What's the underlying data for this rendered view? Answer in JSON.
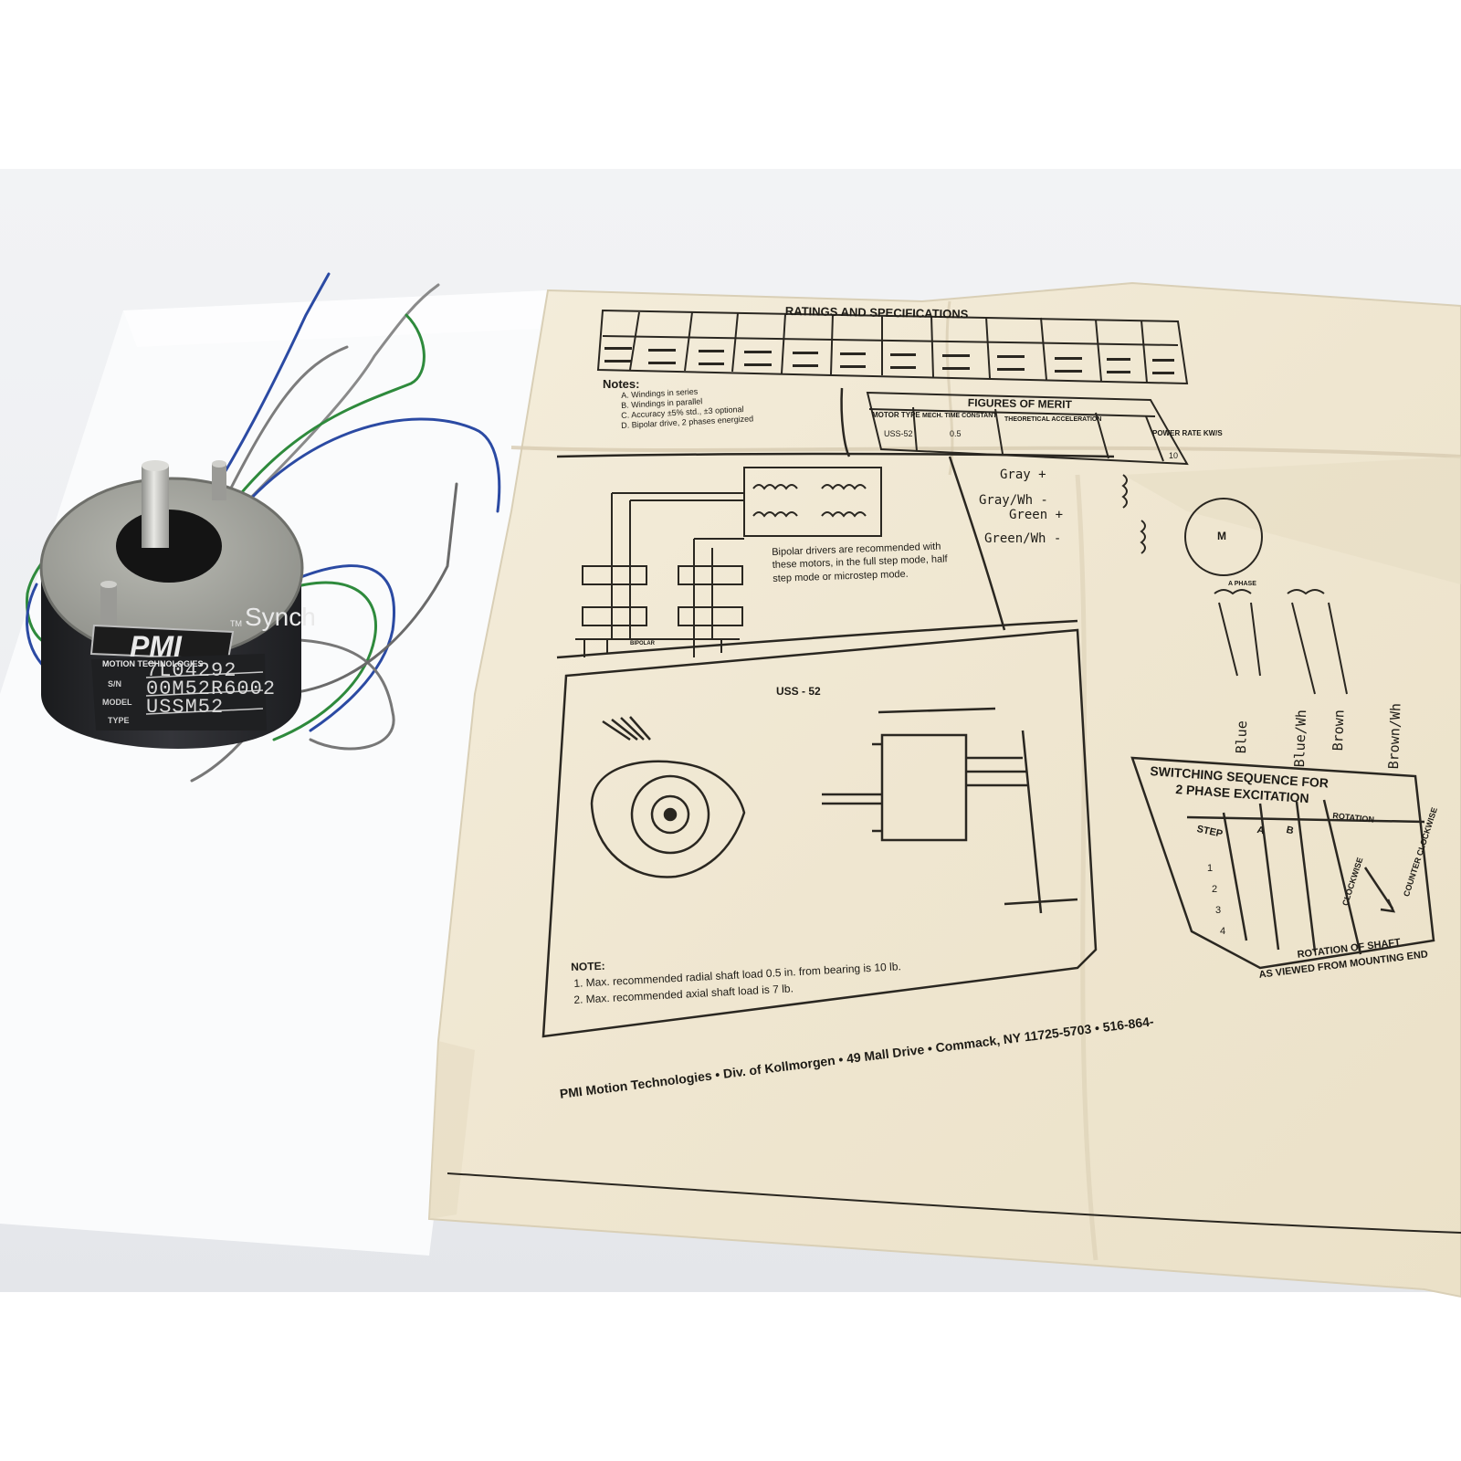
{
  "motor": {
    "brand": "PMI",
    "trademark": "TM",
    "subbrand": "MOTION TECHNOLOGIES",
    "series": "Synch",
    "sn_label": "S/N",
    "sn_value": "7L04292",
    "model_label": "MODEL",
    "model_value": "00M52R6002",
    "type_label": "TYPE",
    "type_value": "USSM52"
  },
  "sheet": {
    "ratings_title": "RATINGS AND SPECIFICATIONS",
    "notes_title": "Notes:",
    "notes_lines": [
      "A. Windings in series",
      "B. Windings in parallel",
      "C. Accuracy ±5% std., ±3 optional",
      "D. Bipolar drive, 2 phases energized"
    ],
    "figures_title": "FIGURES OF MERIT",
    "fom_motor_type": "MOTOR TYPE",
    "fom_uss52": "USS-52",
    "fom_mech_time": "MECH. TIME CONSTANT",
    "fom_mech_val": "0.5",
    "fom_theoretical": "THEORETICAL ACCELERATION",
    "fom_power_rate": "POWER RATE KW/S",
    "fom_power_val": "10",
    "wire_gray": "Gray +",
    "wire_gray_wh": "Gray/Wh -",
    "wire_green": "Green +",
    "wire_green_wh": "Green/Wh -",
    "motor_symbol": "M",
    "phase_label": "A PHASE",
    "wire_blue": "Blue",
    "wire_blue_wh": "Blue/Wh",
    "wire_brown": "Brown",
    "wire_brown_wh": "Brown/Wh",
    "bipolar_note": "Bipolar drivers are recommended with these motors, in the full step mode, half step mode or microstep mode.",
    "bipolar_label": "BIPOLAR",
    "drawing_title": "USS - 52",
    "note_title": "NOTE:",
    "note_1": "1.  Max. recommended radial shaft load 0.5 in. from bearing is 10 lb.",
    "note_2": "2.  Max. recommended axial shaft load is 7 lb.",
    "switching_title_1": "SWITCHING SEQUENCE FOR",
    "switching_title_2": "2 PHASE EXCITATION",
    "col_step": "STEP",
    "col_a": "A",
    "col_b": "B",
    "col_rotation": "ROTATION",
    "steps": [
      "1",
      "2",
      "3",
      "4"
    ],
    "clockwise": "CLOCKWISE",
    "counter_clockwise": "COUNTER CLOCKWISE",
    "rotation_note_1": "ROTATION OF SHAFT",
    "rotation_note_2": "AS VIEWED FROM MOUNTING END",
    "footer": "PMI Motion Technologies • Div. of Kollmorgen • 49 Mall Drive • Commack, NY 11725-5703 • 516-864-"
  },
  "colors": {
    "paper": "#f1ead8",
    "ink": "#1d1b16",
    "motor_body": "#2a2b2e",
    "motor_face": "#a7a8a0"
  }
}
